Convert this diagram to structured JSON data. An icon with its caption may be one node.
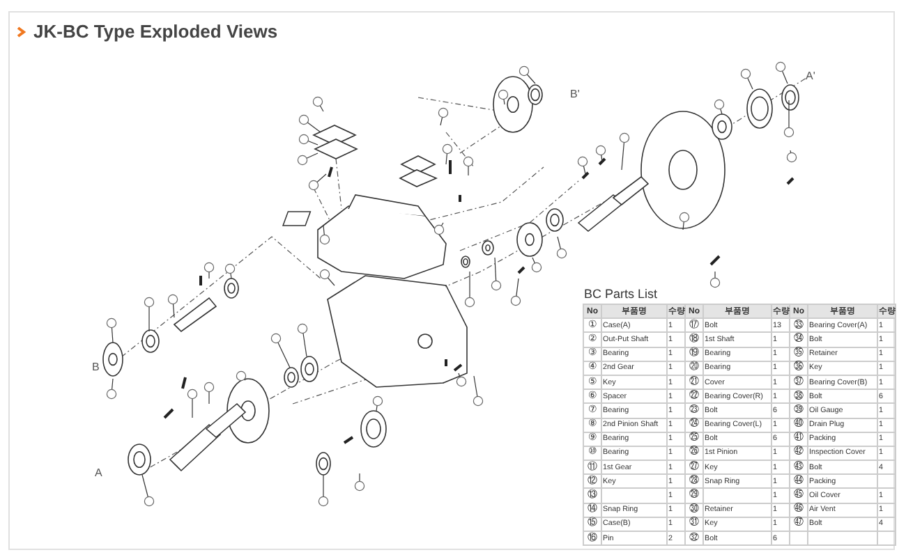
{
  "diagram": {
    "title": "JK-BC Type Exploded Views",
    "labels": [
      "A'",
      "B'",
      "B",
      "A",
      "BC Parts List",
      "No",
      "부품명",
      "수량",
      "No",
      "부품명",
      "수량",
      "No",
      "부품명",
      "수량",
      "①",
      "Case(A)",
      "1",
      "⑰",
      "Bolt",
      "13",
      "㉝",
      "Bearing Cover(A)",
      "1",
      "②",
      "Out-Put Shaft",
      "1",
      "⑱",
      "1st Shaft",
      "1",
      "㉞",
      "Bolt",
      "1",
      "③",
      "Bearing",
      "1",
      "⑲",
      "Bearing",
      "1",
      "㉟",
      "Retainer",
      "1",
      "④",
      "2nd Gear",
      "1",
      "⑳",
      "Bearing",
      "1",
      "㊱",
      "Key",
      "1",
      "⑤",
      "Key",
      "1",
      "㉑",
      "Cover",
      "1",
      "㊲",
      "Bearing Cover(B)",
      "1",
      "⑥",
      "Spacer",
      "1",
      "㉒",
      "Bearing Cover(R)",
      "1",
      "㊳",
      "Bolt",
      "6",
      "⑦",
      "Bearing",
      "1",
      "㉓",
      "Bolt",
      "6",
      "㊴",
      "Oil Gauge",
      "1",
      "⑧",
      "2nd Pinion Shaft",
      "1",
      "㉔",
      "Bearing Cover(L)",
      "1",
      "㊵",
      "Drain Plug",
      "1",
      "⑨",
      "Bearing",
      "1",
      "㉕",
      "Bolt",
      "6",
      "㊶",
      "Packing",
      "1",
      "⑩",
      "Bearing",
      "1",
      "㉖",
      "1st Pinion",
      "1",
      "㊷",
      "Inspection Cover",
      "1",
      "⑪",
      "1st Gear",
      "1",
      "㉗",
      "Key",
      "1",
      "㊸",
      "Bolt",
      "4",
      "⑫",
      "Key",
      "1",
      "㉘",
      "Snap Ring",
      "1",
      "㊹",
      "Packing",
      "⑬",
      "1",
      "㉙",
      "1",
      "㊺",
      "Oil Cover",
      "1",
      "⑭",
      "Snap Ring",
      "1",
      "㉚",
      "Retainer",
      "1",
      "㊻",
      "Air Vent",
      "1",
      "⑮",
      "Case(B)",
      "1",
      "㉛",
      "Key",
      "1",
      "㊼",
      "Bolt",
      "4",
      "⑯",
      "Pin",
      "2",
      "㉜",
      "Bolt",
      "6"
    ]
  }
}
